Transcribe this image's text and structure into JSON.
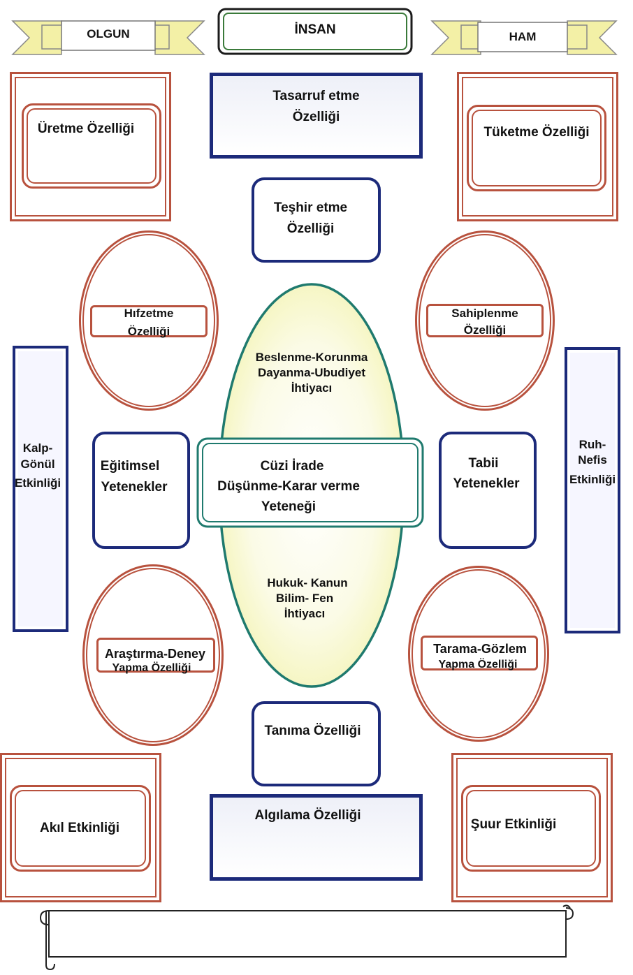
{
  "header": {
    "left_ribbon": "OLGUN",
    "center_title": "İNSAN",
    "right_ribbon": "HAM"
  },
  "corners": {
    "top_left": "Üretme Özelliği",
    "top_right": "Tüketme Özelliği",
    "bottom_left": "Akıl Etkinliği",
    "bottom_right": "Şuur Etkinliği"
  },
  "top_center": {
    "line1": "Tasarruf etme",
    "line2": "Özelliği"
  },
  "upper_center": {
    "line1": "Teşhir etme",
    "line2": "Özelliği"
  },
  "lower_center": "Tanıma Özelliği",
  "bottom_center": "Algılama Özelliği",
  "ovals": {
    "upper_left": {
      "line1": "Hıfzetme",
      "line2": "Özelliği"
    },
    "upper_right": {
      "line1": "Sahiplenme",
      "line2": "Özelliği"
    },
    "lower_left": {
      "line1": "Araştırma-Deney",
      "line2": "Yapma Özelliği"
    },
    "lower_right": {
      "line1": "Tarama-Gözlem",
      "line2": "Yapma Özelliği"
    }
  },
  "side_columns": {
    "left": {
      "line1": "Kalp-",
      "line2": "Gönül",
      "line3": "Etkinliği"
    },
    "right": {
      "line1": "Ruh-",
      "line2": "Nefis",
      "line3": "Etkinliği"
    }
  },
  "abilities": {
    "left": {
      "line1": "Eğitimsel",
      "line2": "Yetenekler"
    },
    "right": {
      "line1": "Tabii",
      "line2": "Yetenekler"
    }
  },
  "central_ellipse": {
    "top": {
      "line1": "Beslenme-Korunma",
      "line2": "Dayanma-Ubudiyet",
      "line3": "İhtiyacı"
    },
    "center": {
      "line1": "Cüzi İrade",
      "line2": "Düşünme-Karar verme",
      "line3": "Yeteneği"
    },
    "bottom": {
      "line1": "Hukuk- Kanun",
      "line2": "Bilim- Fen",
      "line3": "İhtiyacı"
    }
  },
  "colors": {
    "navy": "#1c2a7a",
    "brick": "#b8523e",
    "teal": "#1f7a6e",
    "ribbon_yellow": "#f3f0a6"
  }
}
